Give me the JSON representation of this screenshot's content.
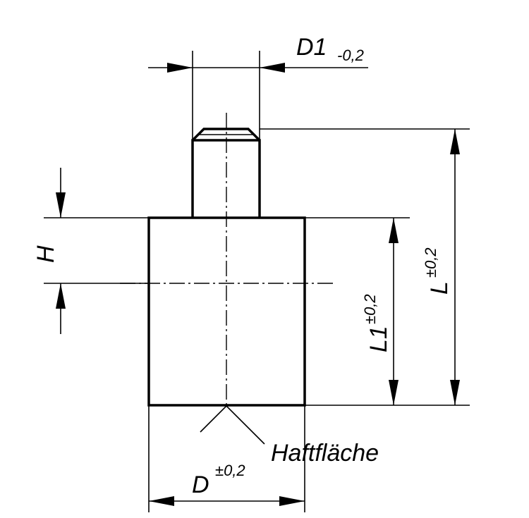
{
  "labels": {
    "d1": "D1",
    "d1_tol": "-0,2",
    "h": "H",
    "l": "L",
    "l_tol": "±0,2",
    "l1": "L1",
    "l1_tol": "±0,2",
    "d": "D",
    "d_tol": "±0,2",
    "surface": "Haftfläche"
  },
  "colors": {
    "line": "#000000",
    "background": "#ffffff"
  }
}
